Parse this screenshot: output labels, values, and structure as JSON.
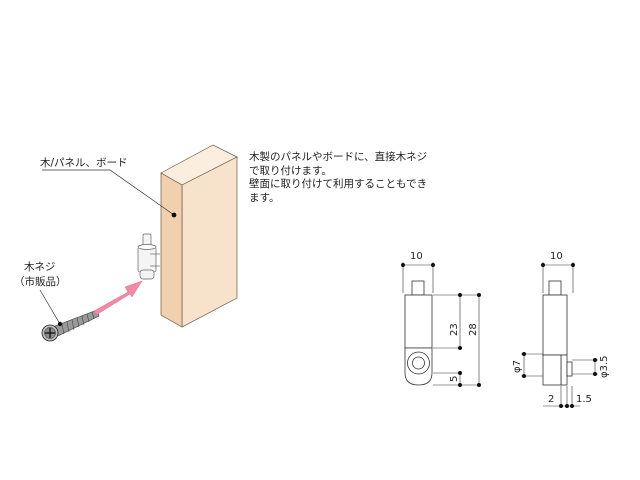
{
  "labels": {
    "panel": "木/パネル、ボード",
    "screw_line1": "木ネジ",
    "screw_line2": "（市販品）"
  },
  "description": [
    "木製のパネルやボードに、直接木ネジ",
    "で取り付けます。",
    "壁面に取り付けて利用することもでき",
    "ます。"
  ],
  "dimensions": {
    "front_width": "10",
    "side_width": "10",
    "height_23": "23",
    "height_28": "28",
    "height_5": "5",
    "dia_7": "φ7",
    "dia_3_5": "φ3.5",
    "depth_2": "2",
    "depth_1_5": "1.5"
  },
  "colors": {
    "wood_front": "#f7e2cb",
    "wood_side": "#f0d0ae",
    "wood_top": "#fbeede",
    "arrow": "#f08aa6",
    "line": "#333333"
  }
}
